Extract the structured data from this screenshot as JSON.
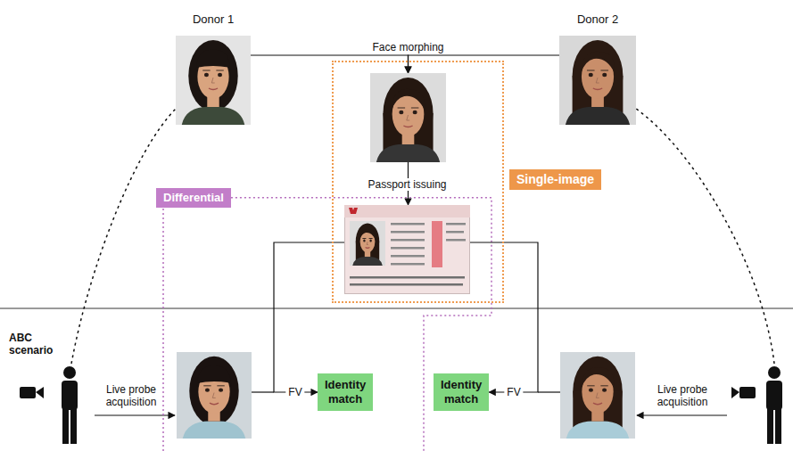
{
  "diagram": {
    "nodes": [
      {
        "text": [
          "Donor 1"
        ]
      },
      {
        "text": [
          "Donor 2"
        ]
      },
      {
        "text": [
          "Single-image"
        ]
      },
      {
        "text": [
          "Face morphing"
        ],
        "in": 2
      },
      {
        "text": [
          "Passport issuing"
        ],
        "in": 2
      },
      {
        "text": [
          "Differential"
        ]
      },
      {
        "text": [
          "Identity match"
        ]
      },
      {
        "text": [
          "Identity match"
        ]
      }
    ],
    "edges": [
      {
        "from": 0,
        "to": 3,
        "arrow": "to"
      },
      {
        "from": 1,
        "to": 3,
        "arrow": "to"
      },
      {
        "from": 3,
        "to": 4,
        "arrow": "to"
      },
      {
        "from": 4,
        "to": 6,
        "arrow": "to"
      },
      {
        "from": 4,
        "to": 7,
        "arrow": "to"
      }
    ],
    "labels": [
      "ABC scenario",
      "Live probe acquisition",
      "FV",
      "FV",
      "Live probe acquisition"
    ]
  }
}
